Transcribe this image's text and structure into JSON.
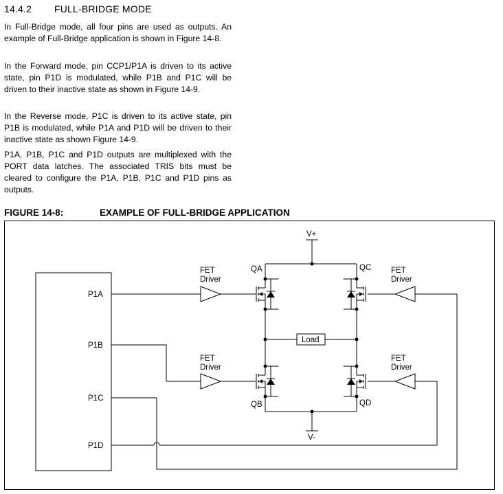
{
  "section": {
    "number": "14.4.2",
    "title": "FULL-BRIDGE MODE"
  },
  "paragraphs": [
    "In Full-Bridge mode, all four pins are used as outputs. An example of Full-Bridge application is shown in Figure 14-8.",
    "In the Forward mode, pin CCP1/P1A is driven to its active state, pin P1D is modulated, while P1B and P1C will be driven to their inactive state as shown in Figure 14-9.",
    "In the Reverse mode, P1C is driven to its active state, pin P1B is modulated, while P1A and P1D will be driven to their inactive state as shown Figure 14-9.",
    "P1A, P1B, P1C and P1D outputs are multiplexed with the PORT data latches. The associated TRIS bits must be cleared to configure the P1A, P1B, P1C and P1D pins as outputs."
  ],
  "figure": {
    "number": "FIGURE 14-8:",
    "title": "EXAMPLE OF FULL-BRIDGE APPLICATION",
    "pins": [
      "P1A",
      "P1B",
      "P1C",
      "P1D"
    ],
    "driver_line1": "FET",
    "driver_line2": "Driver",
    "transistors": [
      "QA",
      "QB",
      "QC",
      "QD"
    ],
    "supply_pos": "V+",
    "supply_neg": "V-",
    "load": "Load"
  }
}
